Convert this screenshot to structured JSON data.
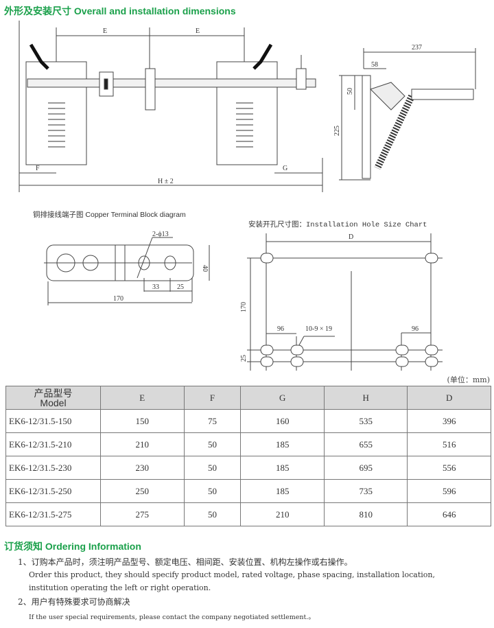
{
  "header": {
    "title": "外形及安装尺寸  Overall and installation dimensions"
  },
  "main_drawing": {
    "dim_e1": "E",
    "dim_e2": "E",
    "dim_f": "F",
    "dim_g": "G",
    "dim_h": "H ± 2",
    "dim_237": "237",
    "dim_58": "58",
    "dim_50": "50",
    "dim_225": "225"
  },
  "terminal": {
    "title": "铜排接线端子图 Copper Terminal Block diagram",
    "hole": "2-ϕ13",
    "w40": "40",
    "d33": "33",
    "d25": "25",
    "len170": "170"
  },
  "hole_chart": {
    "title": "安装开孔尺寸图：Installation Hole Size Chart",
    "dim_d": "D",
    "h170": "170",
    "h25": "25",
    "s96a": "96",
    "s96b": "96",
    "holes": "10-9 × 19"
  },
  "table": {
    "unit": "(单位：mm)",
    "header_cn": "产品型号",
    "header_en": "Model",
    "columns": [
      "E",
      "F",
      "G",
      "H",
      "D"
    ],
    "rows": [
      [
        "EK6-12/31.5-150",
        "150",
        "75",
        "160",
        "535",
        "396"
      ],
      [
        "EK6-12/31.5-210",
        "210",
        "50",
        "185",
        "655",
        "516"
      ],
      [
        "EK6-12/31.5-230",
        "230",
        "50",
        "185",
        "695",
        "556"
      ],
      [
        "EK6-12/31.5-250",
        "250",
        "50",
        "185",
        "735",
        "596"
      ],
      [
        "EK6-12/31.5-275",
        "275",
        "50",
        "210",
        "810",
        "646"
      ]
    ]
  },
  "ordering": {
    "title": "订货须知  Ordering Information",
    "item1_cn": "1、订购本产品时，须注明产品型号、额定电压、相间距、安装位置、机构左操作或右操作。",
    "item1_en1": "Order this product, they should specify product model, rated voltage, phase spacing, installation location,",
    "item1_en2": "institution operating the left or right operation.",
    "item2_cn": "2、用户有特殊要求可协商解决",
    "item2_en": "If the user special requirements, please contact the company negotiated settlement.。"
  }
}
